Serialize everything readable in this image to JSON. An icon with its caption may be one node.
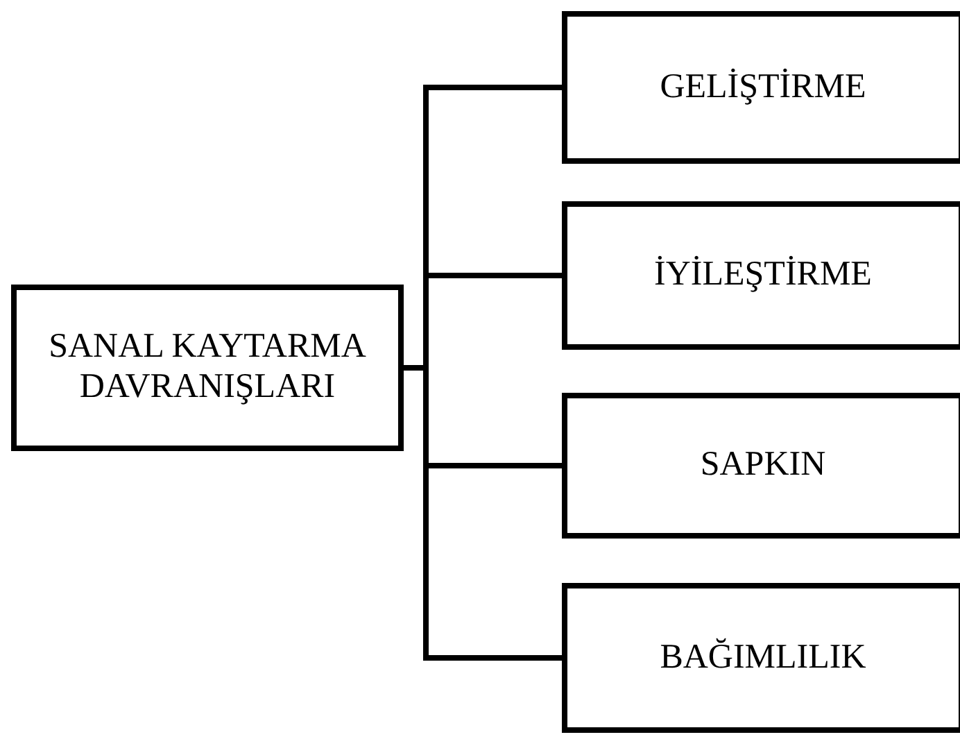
{
  "diagram": {
    "nodes": [
      {
        "text": [
          "SANAL KAYTARMA DAVRANIŞLARI"
        ]
      },
      {
        "text": [
          "GELİŞTİRME"
        ]
      },
      {
        "text": [
          "İYİLEŞTİRME"
        ]
      },
      {
        "text": [
          "SAPKIN"
        ]
      },
      {
        "text": [
          "BAĞIMLILIK"
        ]
      }
    ],
    "edges": [
      {
        "from": 0,
        "to": 1,
        "arrow": "none"
      },
      {
        "from": 0,
        "to": 2,
        "arrow": "none"
      },
      {
        "from": 0,
        "to": 3,
        "arrow": "none"
      },
      {
        "from": 0,
        "to": 4,
        "arrow": "none"
      }
    ]
  }
}
